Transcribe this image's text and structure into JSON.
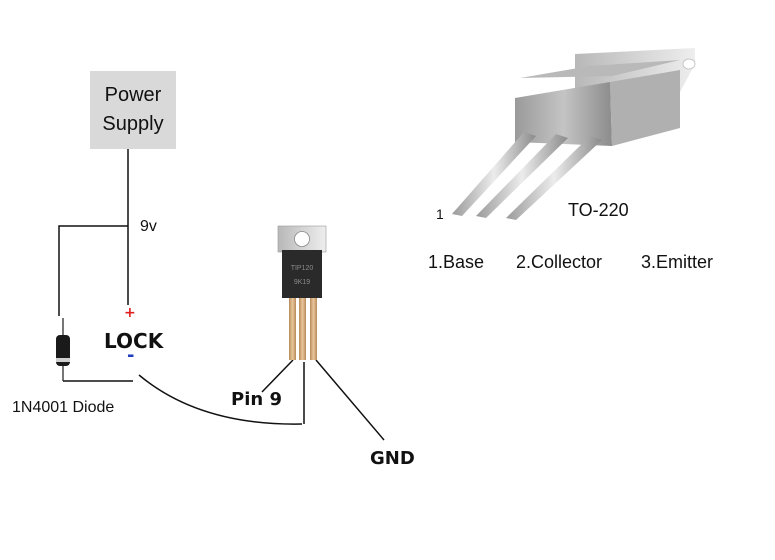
{
  "power_supply": {
    "line1": "Power",
    "line2": "Supply"
  },
  "voltage_label": "9v",
  "lock": {
    "plus": "+",
    "label": "LOCK",
    "minus": "-"
  },
  "diode_label": "1N4001 Diode",
  "pin9_label": "Pin 9",
  "gnd_label": "GND",
  "package": {
    "title": "TO-220",
    "pin_one": "1"
  },
  "pinout": [
    "1.Base",
    "2.Collector",
    "3.Emitter"
  ],
  "colors": {
    "plus": "#e02020",
    "minus": "#1f3fbf",
    "wire": "#111111",
    "box": "#d9d9d9"
  },
  "transistor_marking": {
    "line1": "TIP120",
    "line2": "9K19"
  }
}
